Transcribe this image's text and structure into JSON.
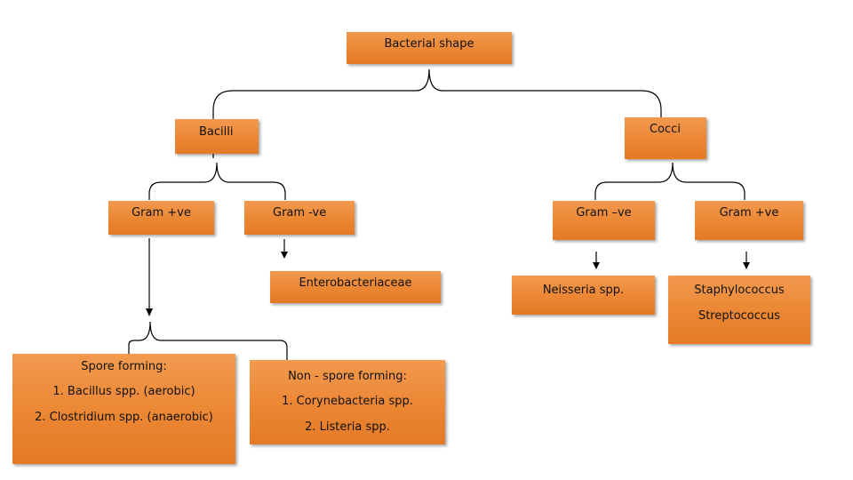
{
  "diagram": {
    "root": {
      "label": "Bacterial shape"
    },
    "bacilli": {
      "label": "Bacilli"
    },
    "cocci": {
      "label": "Cocci"
    },
    "bacilli_gram_pos": {
      "label": "Gram +ve"
    },
    "bacilli_gram_neg": {
      "label": "Gram -ve"
    },
    "cocci_gram_neg": {
      "label": "Gram –ve"
    },
    "cocci_gram_pos": {
      "label": "Gram +ve"
    },
    "enterobacteriaceae": {
      "label": "Enterobacteriaceae"
    },
    "neisseria": {
      "label": "Neisseria spp."
    },
    "cocci_gram_pos_examples": {
      "line1": "Staphylococcus",
      "line2": "Streptococcus"
    },
    "spore_forming": {
      "heading": "Spore forming:",
      "item1": "1. Bacillus spp. (aerobic)",
      "item2": "2. Clostridium spp. (anaerobic)"
    },
    "non_spore_forming": {
      "heading": "Non - spore forming:",
      "item1": "1. Corynebacteria spp.",
      "item2": "2. Listeria spp."
    }
  },
  "colors": {
    "box_fill": "#eb8633",
    "connector": "#000000",
    "background": "#ffffff"
  }
}
